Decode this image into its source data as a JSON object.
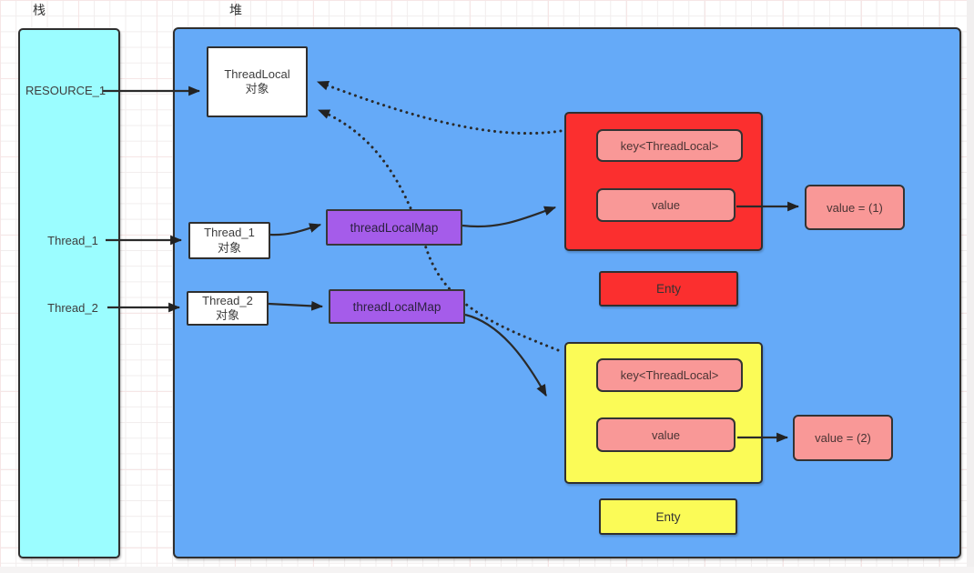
{
  "labels": {
    "stack": "栈",
    "heap": "堆"
  },
  "stack": {
    "resource_label": "RESOURCE_1",
    "thread1_label": "Thread_1",
    "thread2_label": "Thread_2"
  },
  "heap": {
    "threadlocal_obj": {
      "line1": "ThreadLocal",
      "line2": "对象"
    },
    "thread1_obj": {
      "line1": "Thread_1",
      "line2": "对象"
    },
    "thread2_obj": {
      "line1": "Thread_2",
      "line2": "对象"
    },
    "map1_label": "threadLocalMap",
    "map2_label": "threadLocalMap",
    "entry1": {
      "key": "key<ThreadLocal>",
      "value": "value",
      "result": "value = (1)",
      "tag": "Enty"
    },
    "entry2": {
      "key": "key<ThreadLocal>",
      "value": "value",
      "result": "value = (2)",
      "tag": "Enty"
    }
  },
  "colors": {
    "stack_fill": "#9bfdff",
    "heap_fill": "#65aaf8",
    "entry1_fill": "#fb2f2f",
    "entry2_fill": "#fbfb57",
    "key_value_fill": "#f99897",
    "map_fill": "#a55cea",
    "object_fill": "#ffffff",
    "connector": "#2a2a2a"
  }
}
